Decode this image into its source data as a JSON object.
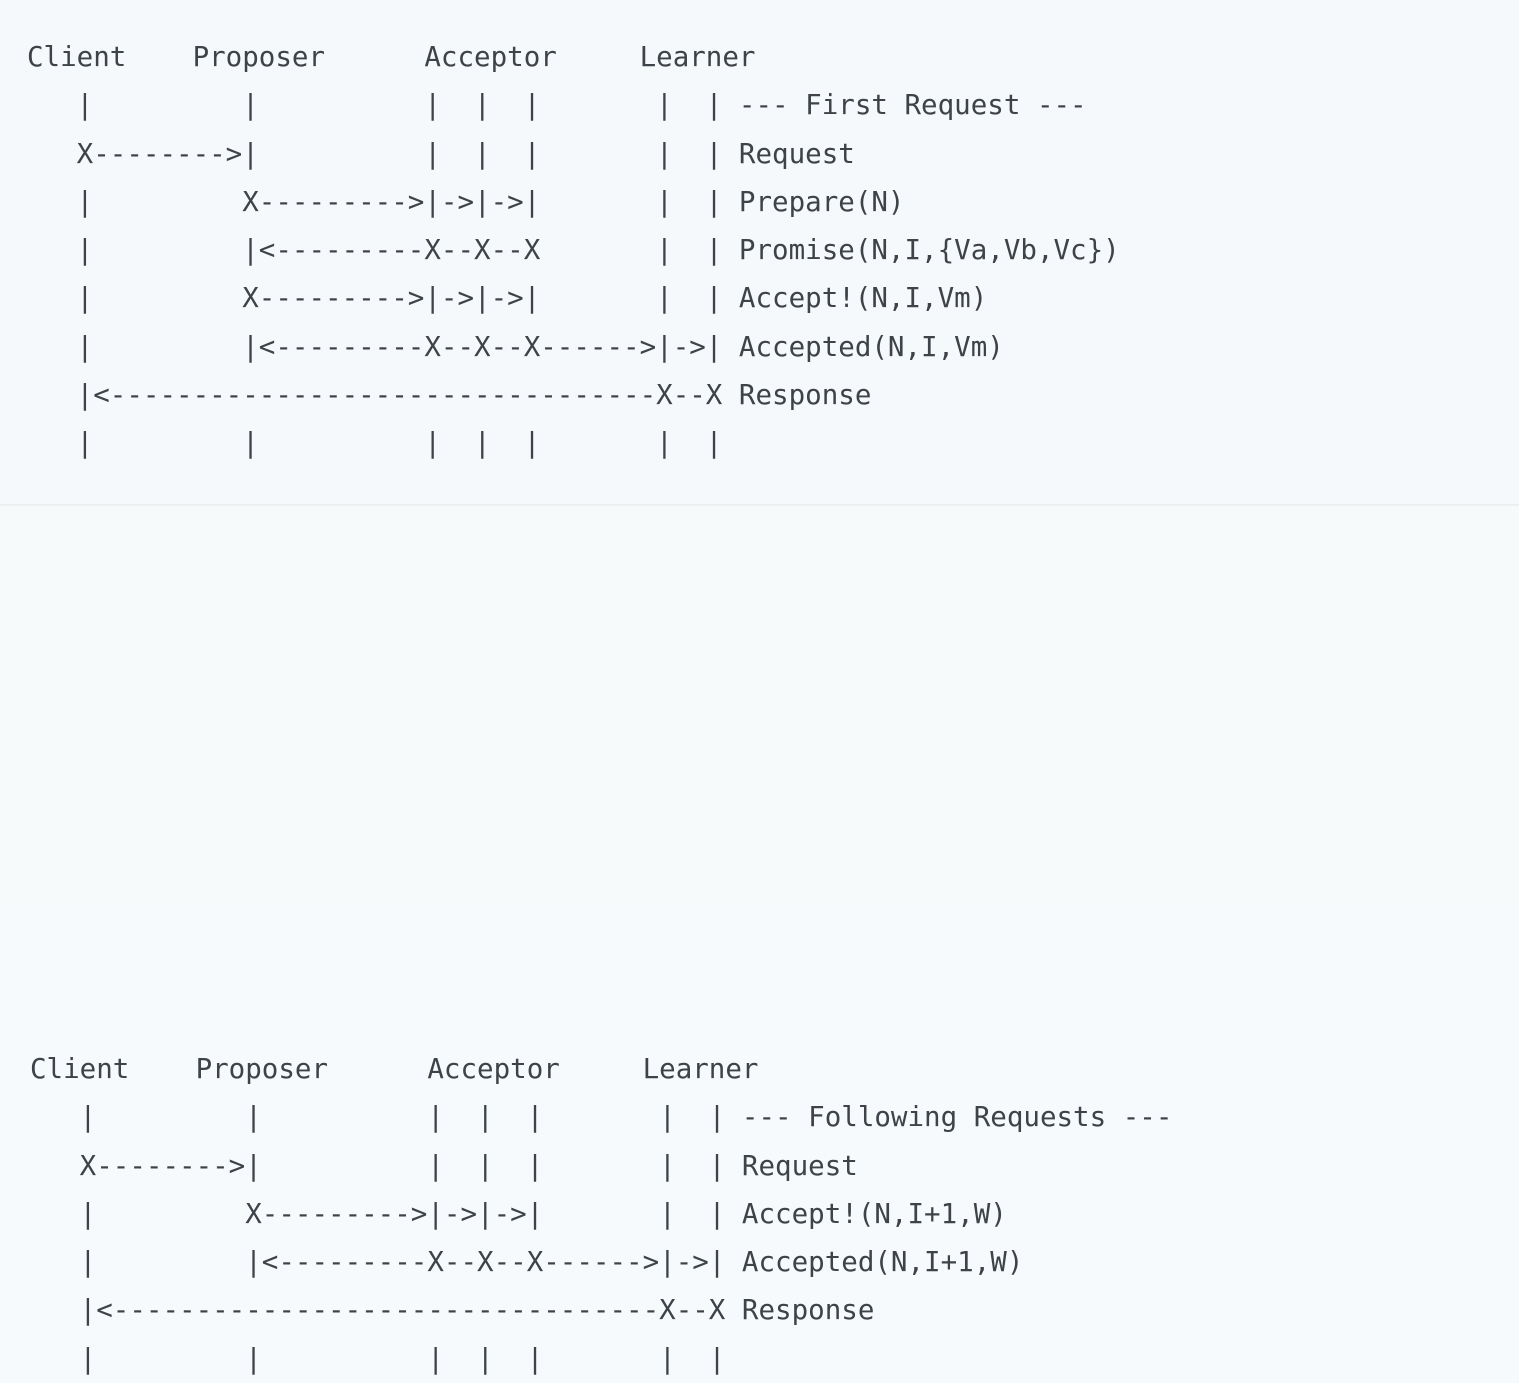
{
  "document": {
    "title": "Paxos Protocol Message Flow (ASCII sequence diagram)",
    "background_color": "#f6f9fb",
    "text_color": "#3d4348",
    "divider_color": "#e7ecf0",
    "edge_strip_color": "#e8f4fb"
  },
  "panels": [
    {
      "id": "first-request",
      "section_title": "--- First Request ---",
      "columns": [
        "Client",
        "Proposer",
        "Acceptor",
        "Learner"
      ],
      "messages": [
        "Request",
        "Prepare(N)",
        "Promise(N,I,{Va,Vb,Vc})",
        "Accept!(N,I,Vm)",
        "Accepted(N,I,Vm)",
        "Response"
      ],
      "ascii": "Client    Proposer      Acceptor     Learner\n   |         |          |  |  |       |  | --- First Request ---\n   X-------->|          |  |  |       |  | Request\n   |         X--------->|->|->|       |  | Prepare(N)\n   |         |<---------X--X--X       |  | Promise(N,I,{Va,Vb,Vc})\n   |         X--------->|->|->|       |  | Accept!(N,I,Vm)\n   |         |<---------X--X--X------>|->| Accepted(N,I,Vm)\n   |<---------------------------------X--X Response\n   |         |          |  |  |       |  |"
    },
    {
      "id": "following-requests",
      "section_title": "--- Following Requests ---",
      "columns": [
        "Client",
        "Proposer",
        "Acceptor",
        "Learner"
      ],
      "messages": [
        "Request",
        "Accept!(N,I+1,W)",
        "Accepted(N,I+1,W)",
        "Response"
      ],
      "ascii": "Client    Proposer      Acceptor     Learner\n   |         |          |  |  |       |  | --- Following Requests ---\n   X-------->|          |  |  |       |  | Request\n   |         X--------->|->|->|       |  | Accept!(N,I+1,W)\n   |         |<---------X--X--X------>|->| Accepted(N,I+1,W)\n   |<---------------------------------X--X Response\n   |         |          |  |  |       |  |"
    }
  ]
}
